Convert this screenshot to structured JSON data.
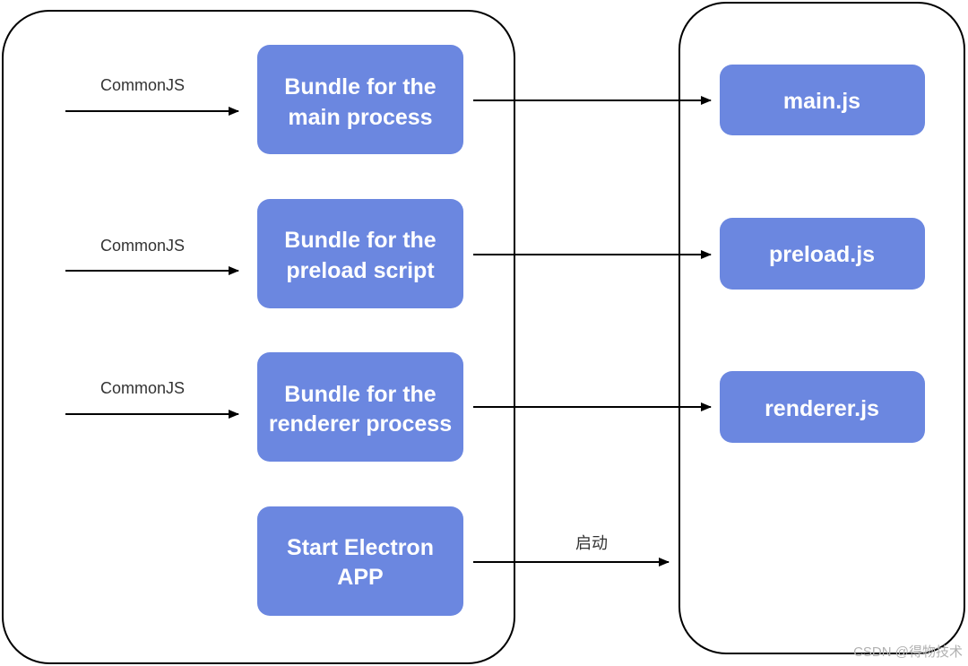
{
  "colors": {
    "box_fill": "#6b87e0",
    "box_text": "#ffffff",
    "container_stroke": "#000000",
    "arrow": "#000000",
    "label": "#333333"
  },
  "source_boxes": {
    "main": {
      "line1": "Bundle for the",
      "line2": "main process"
    },
    "preload": {
      "line1": "Bundle for the",
      "line2": "preload script"
    },
    "renderer": {
      "line1": "Bundle for the",
      "line2": "renderer process"
    },
    "start": {
      "line1": "Start Electron",
      "line2": "APP"
    }
  },
  "output_boxes": {
    "main": "main.js",
    "preload": "preload.js",
    "renderer": "renderer.js"
  },
  "input_labels": {
    "main": "CommonJS",
    "preload": "CommonJS",
    "renderer": "CommonJS"
  },
  "start_label": "启动",
  "watermark": "CSDN @得物技术"
}
